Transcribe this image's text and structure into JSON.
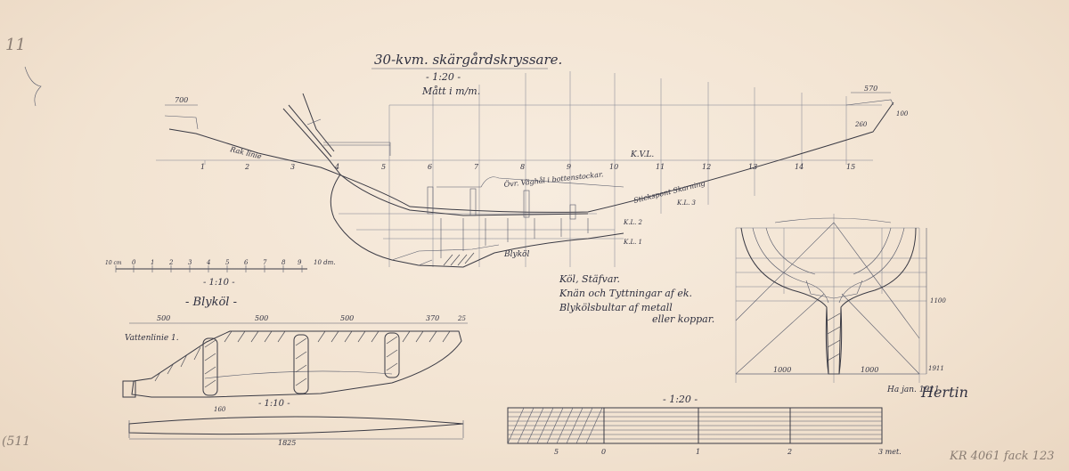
{
  "title": "30-kvm. skärgårdskryssare.",
  "scale_main": "- 1:20 -",
  "units_note": "Mått i m/m.",
  "scale_ruler_1_10": "- 1:10 -",
  "scale_ruler_1_20": "- 1:20 -",
  "blykol_heading": "- Blyköl -",
  "waterline_label": "Vattenlinie 1.",
  "keel_label": "Blyköl",
  "kvl_label": "K.V.L.",
  "kvl2": "K.L. 2",
  "kvl1": "K.L. 1",
  "kl3": "K.L. 3",
  "label_rak_linie": "Rak linie",
  "label_vaghal": "Övr. Väghål i bottenstockar.",
  "label_skarning": "Stickspont Skarning",
  "notes": [
    "Köl, Stäfvar.",
    "Knän och Tyttningar af ek.",
    "Blykölsbultar af metall",
    "eller koppar."
  ],
  "signature": "Hertin",
  "date_note": "Ha jan. 1911",
  "archive_number": "KR 4061 fack 123",
  "margin_marks": [
    "11",
    "(511"
  ],
  "ruler_1_10_labels": [
    "10 cm",
    "0",
    "1",
    "2",
    "3",
    "4",
    "5",
    "6",
    "7",
    "8",
    "9",
    "10 dm."
  ],
  "ruler_1_20_labels": [
    "5",
    "0",
    "1",
    "2",
    "3 met."
  ],
  "station_numbers": [
    "1",
    "2",
    "3",
    "4",
    "5",
    "6",
    "7",
    "8",
    "9",
    "10",
    "11",
    "12",
    "13",
    "14",
    "15"
  ],
  "dims_keel": [
    "500",
    "500",
    "500",
    "370",
    "25"
  ],
  "dims_keel_lower": [
    "1825",
    "160"
  ],
  "dims_section": [
    "1000",
    "1000",
    "1100",
    "1911"
  ],
  "dims_bow": [
    "700"
  ],
  "dims_stern": [
    "570",
    "100",
    "260"
  ]
}
